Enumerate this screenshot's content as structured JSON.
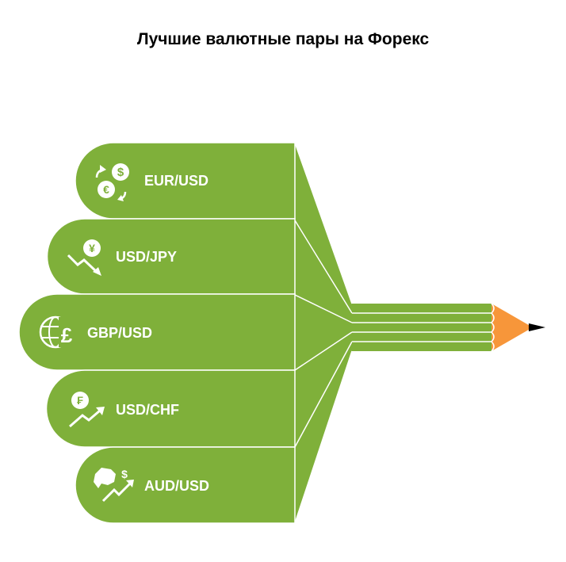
{
  "title": "Лучшие валютные пары на Форекс",
  "colors": {
    "green": "#7fb03a",
    "orange": "#f7963a",
    "tip": "#000000",
    "line": "#ffffff"
  },
  "pairs": [
    {
      "label": "EUR/USD",
      "icon": "euro-dollar-exchange-icon"
    },
    {
      "label": "USD/JPY",
      "icon": "yen-down-trend-icon"
    },
    {
      "label": "GBP/USD",
      "icon": "globe-pound-icon"
    },
    {
      "label": "USD/CHF",
      "icon": "franc-up-trend-icon"
    },
    {
      "label": "AUD/USD",
      "icon": "australia-dollar-up-trend-icon"
    }
  ]
}
